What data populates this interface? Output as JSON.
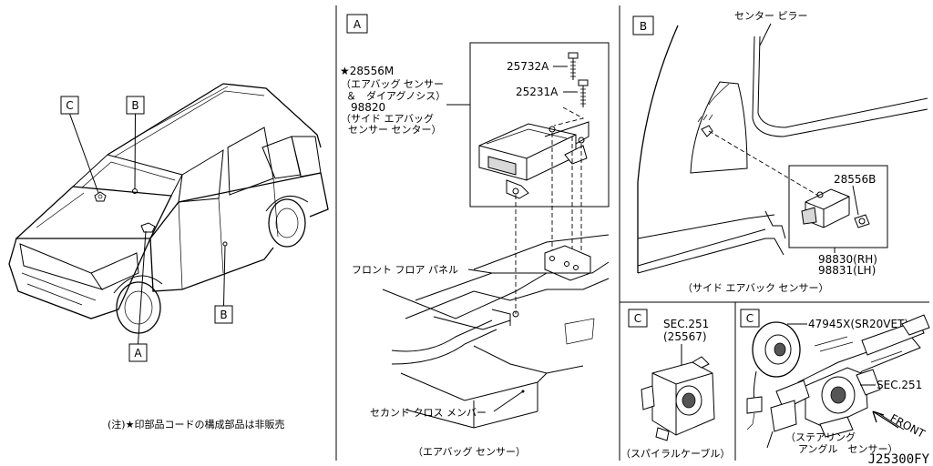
{
  "diagram_code": "J25300FY",
  "note": "(注)★印部品コードの構成部品は非販売",
  "vehicle_callouts": {
    "a": "A",
    "b1": "B",
    "b2": "B",
    "c": "C"
  },
  "panel_a": {
    "letter": "A",
    "caption": "（エアバッグ センサー）",
    "part_main_no": "★28556M",
    "part_main_desc1": "（エアバッグ センサー",
    "part_main_desc2": "＆　ダイアグノシス）",
    "part_alt_no": "98820",
    "part_alt_desc1": "（サイド エアバッグ",
    "part_alt_desc2": "センサー センター）",
    "bolt1": "25732A",
    "bolt2": "25231A",
    "floor_panel": "フロント フロア パネル",
    "cross_member": "セカンド クロス メンバー"
  },
  "panel_b": {
    "letter": "B",
    "pillar": "センター ピラー",
    "part_no": "28556B",
    "rh": "98830(RH)",
    "lh": "98831(LH)",
    "caption": "（サイド エアバック センサー）"
  },
  "panel_c1": {
    "letter": "C",
    "sec": "SEC.251",
    "sec_part": "(25567)",
    "caption": "（スパイラルケーブル）"
  },
  "panel_c2": {
    "letter": "C",
    "part_no": "47945X(SR20VET)",
    "sec": "SEC.251",
    "front": "FRONT",
    "caption1": "（ステアリング",
    "caption2": "アングル　センサー）"
  }
}
